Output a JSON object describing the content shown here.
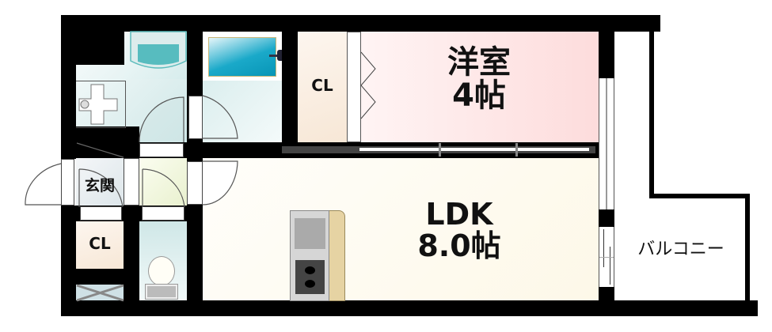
{
  "floor_plan": {
    "rooms": {
      "western_room": {
        "name": "洋室",
        "size": "4帖",
        "color": "#fde0e0"
      },
      "ldk": {
        "name": "LDK",
        "size": "8.0帖",
        "color": "#fdf8ea"
      },
      "entrance": {
        "name": "玄関"
      },
      "closet_top": {
        "name": "CL"
      },
      "closet_bottom": {
        "name": "CL"
      },
      "balcony": {
        "name": "バルコニー"
      },
      "bathroom": {
        "name": ""
      },
      "washroom": {
        "name": ""
      },
      "toilet": {
        "name": ""
      }
    },
    "colors": {
      "wall": "#000000",
      "bath_tub": "#1aa9c9",
      "wet_area": "#d6ecec",
      "closet": "#fbece0",
      "kitchen_counter": "#e6d3a3",
      "shoe_box": "#fde4b8"
    }
  }
}
